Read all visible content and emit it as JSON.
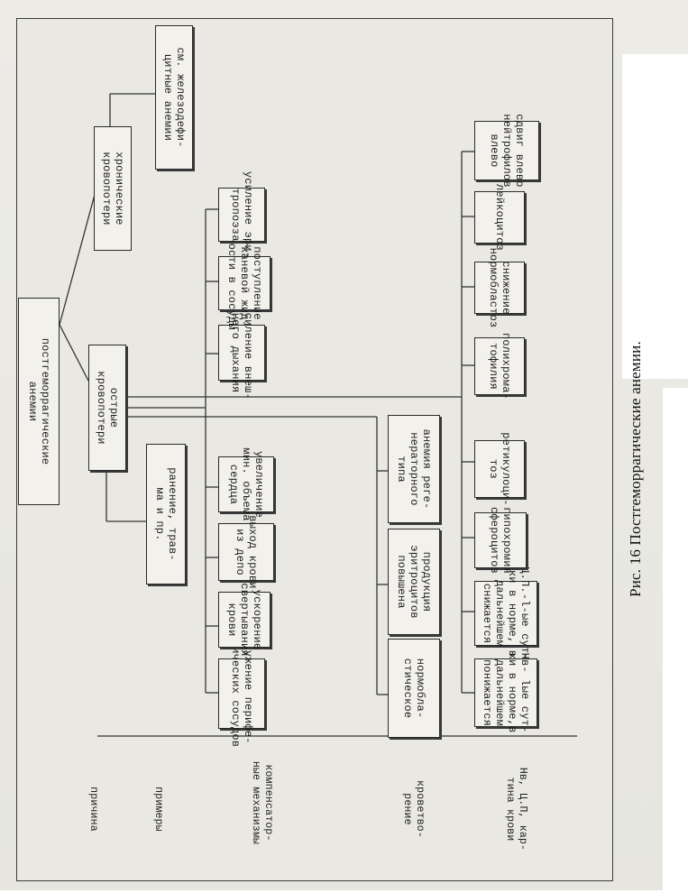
{
  "caption": "Рис. 16 Постгеморрагические анемии.",
  "rows": {
    "cause": "причина",
    "examples": "примеры",
    "compensatory": "компенсатор-\nные механизмы",
    "hematopoiesis": "кроветво-\nрение",
    "blood_picture": "Нв, Ц.П, кар-\nтина крови"
  },
  "nodes": {
    "root": "постгеморрагические\nанемии",
    "acute": "острые\nкровопотери",
    "chronic": "хронические\nкровопотери",
    "iron_def": "см. железодефи-\nцитные анемии",
    "injury": "ранение, трав-\nма и пр.",
    "comp_1": "сужение перифе-\nрических сосудов",
    "comp_2": "ускорение\nсвертывания\nкрови",
    "comp_3": "выход крови\nиз депо",
    "comp_4": "увеличение\nмин. объема\nсердца",
    "comp_5": "усиление внеш-\nнего дыхания",
    "comp_6": "поступление\nтканевой жид-\nкости в сосуды",
    "comp_7": "усиление эри-\nтропоэза",
    "hema_1": "нормобла-\nстическое",
    "hema_2": "продукция\nэритроцитов\nповышена",
    "hema_3": "анемия реге-\nнераторного\nтипа",
    "blood_1": "Нв- lые сут-\nки в норме,в\nдальнейшем\nпонижается",
    "blood_2": "Ц.П.-l-ые сут-\nки в норме, в\nдальнейшем\nснижается",
    "blood_3": "гипохромия\nсфероцитоз",
    "blood_4": "ретикулоци-\nтоз",
    "blood_5": "полихрома-\nтофилия",
    "blood_6": "снижение\nнормобластоз",
    "blood_7": "лейкоцитоз",
    "blood_8": "сдвиг влево\nнейтрофилов\nвлево"
  }
}
